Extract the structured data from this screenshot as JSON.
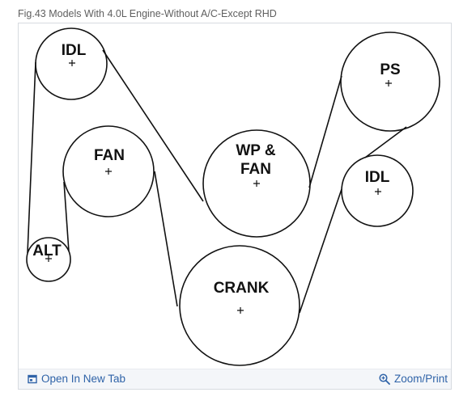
{
  "caption": "Fig.43 Models With 4.0L Engine-Without A/C-Except RHD",
  "figure": {
    "pulleys": {
      "idl_top": "IDL",
      "fan": "FAN",
      "alt": "ALT",
      "wp_line1": "WP &",
      "wp_line2": "FAN",
      "crank": "CRANK",
      "ps": "PS",
      "idl_right": "IDL"
    }
  },
  "footer": {
    "open_label": "Open In New Tab",
    "zoom_label": "Zoom/Print",
    "link_color": "#2f63a8"
  },
  "icons": {
    "open": "open-new-tab-icon",
    "zoom": "zoom-icon"
  }
}
